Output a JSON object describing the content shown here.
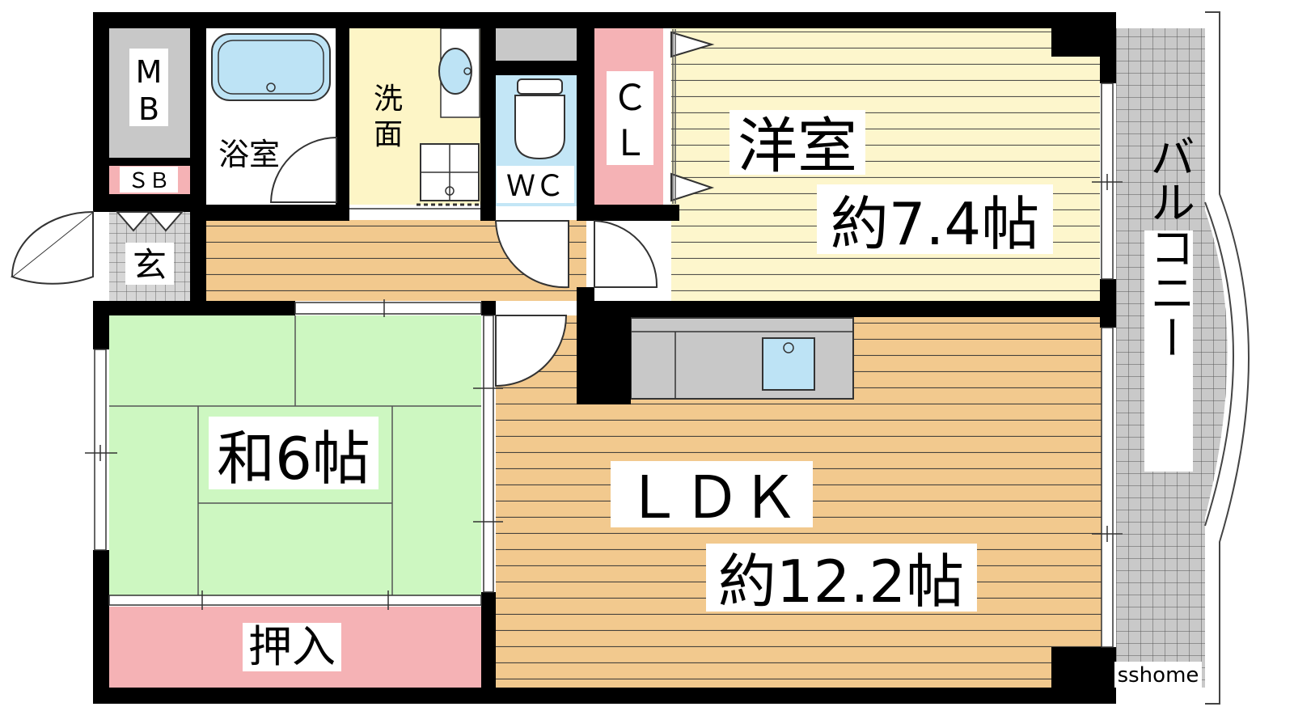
{
  "floorplan": {
    "rooms": {
      "mb": {
        "label_line1": "M",
        "label_line2": "B"
      },
      "sb": {
        "label": "ＳＢ"
      },
      "genkan": {
        "label": "玄"
      },
      "bath": {
        "label": "浴室"
      },
      "washroom": {
        "label_line1": "洗",
        "label_line2": "面"
      },
      "wc": {
        "label": "ＷＣ"
      },
      "closet": {
        "label_line1": "Ｃ",
        "label_line2": "Ｌ"
      },
      "western_room": {
        "name": "洋室",
        "size": "約7.4帖"
      },
      "japanese_room": {
        "label": "和6帖"
      },
      "oshiire": {
        "label": "押入"
      },
      "ldk": {
        "name": "ＬＤＫ",
        "size": "約12.2帖"
      },
      "balcony": {
        "label": "バルコニー"
      }
    },
    "watermark": "sshome",
    "colors": {
      "wall": "#000000",
      "western_floor": "#fdf6cc",
      "wood_floor": "#f2c98e",
      "tatami": "#cdf7c1",
      "oshiire": "#f5b2b5",
      "closet": "#f5b2b5",
      "bath": "#bde3f5",
      "washroom": "#fdf5c6",
      "storage_gray": "#c8c8c8",
      "balcony": "#c9c9c9"
    }
  }
}
